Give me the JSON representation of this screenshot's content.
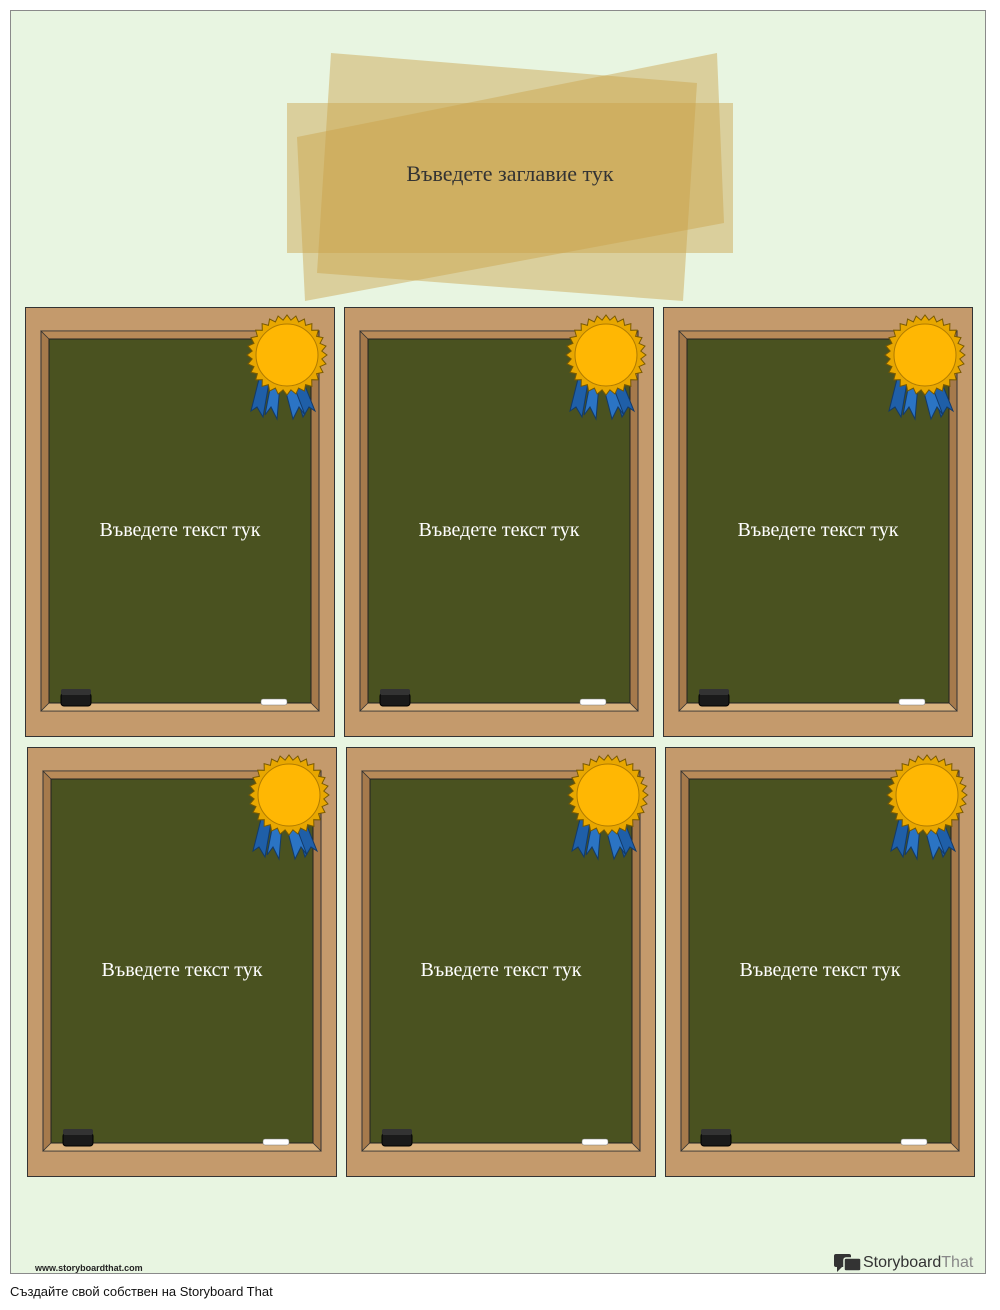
{
  "title": {
    "text": "Въведете заглавие тук"
  },
  "boards": [
    {
      "text": "Въведете текст тук"
    },
    {
      "text": "Въведете текст тук"
    },
    {
      "text": "Въведете текст тук"
    },
    {
      "text": "Въведете текст тук"
    },
    {
      "text": "Въведете текст тук"
    },
    {
      "text": "Въведете текст тук"
    }
  ],
  "footer": {
    "url": "www.storyboardthat.com",
    "logo_part1": "Storyboard",
    "logo_part2": "That",
    "caption": "Създайте свой собствен на Storyboard That"
  },
  "colors": {
    "page_bg": "#e8f5e1",
    "frame": "#c49a6c",
    "chalkboard": "#4a5220",
    "medal": "#ffb703",
    "ribbon": "#1f5fa8",
    "banner": "#c9a14a"
  }
}
